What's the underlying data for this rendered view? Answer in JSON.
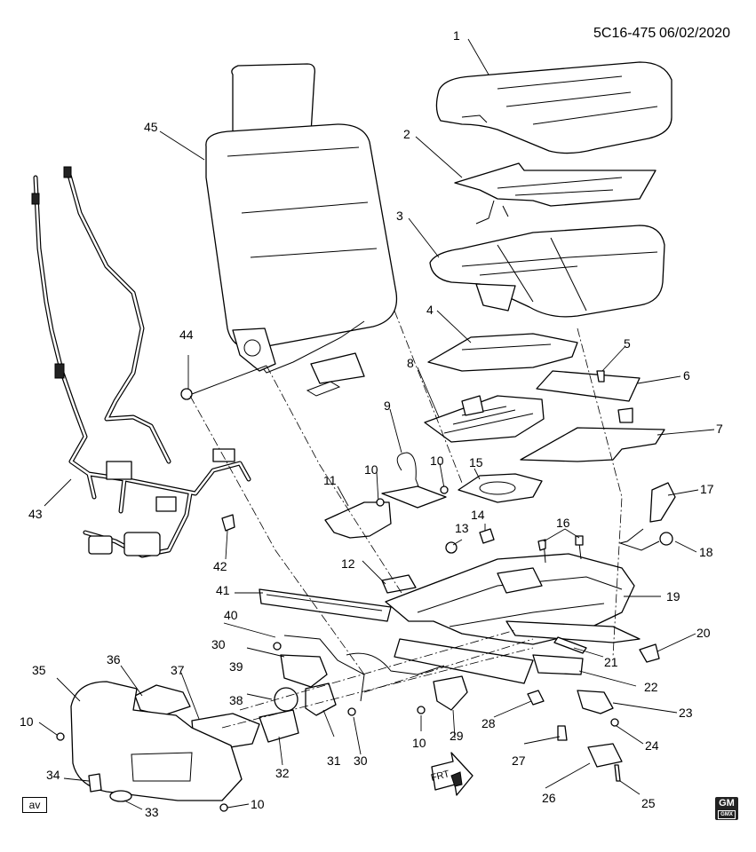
{
  "header": {
    "diagram_ref": "5C16-475",
    "date": "06/02/2020"
  },
  "corner_label": "av",
  "logo": {
    "text": "GM",
    "sub_text": "GMX"
  },
  "callouts": [
    {
      "id": "c1",
      "text": "1"
    },
    {
      "id": "c2",
      "text": "2"
    },
    {
      "id": "c3",
      "text": "3"
    },
    {
      "id": "c4",
      "text": "4"
    },
    {
      "id": "c5",
      "text": "5"
    },
    {
      "id": "c6",
      "text": "6"
    },
    {
      "id": "c7",
      "text": "7"
    },
    {
      "id": "c8",
      "text": "8"
    },
    {
      "id": "c9",
      "text": "9"
    },
    {
      "id": "c10a",
      "text": "10"
    },
    {
      "id": "c10b",
      "text": "10"
    },
    {
      "id": "c10c",
      "text": "10"
    },
    {
      "id": "c10d",
      "text": "10"
    },
    {
      "id": "c10e",
      "text": "10"
    },
    {
      "id": "c11",
      "text": "11"
    },
    {
      "id": "c12",
      "text": "12"
    },
    {
      "id": "c13",
      "text": "13"
    },
    {
      "id": "c14",
      "text": "14"
    },
    {
      "id": "c15",
      "text": "15"
    },
    {
      "id": "c16",
      "text": "16"
    },
    {
      "id": "c17",
      "text": "17"
    },
    {
      "id": "c18",
      "text": "18"
    },
    {
      "id": "c19",
      "text": "19"
    },
    {
      "id": "c20",
      "text": "20"
    },
    {
      "id": "c21",
      "text": "21"
    },
    {
      "id": "c22",
      "text": "22"
    },
    {
      "id": "c23",
      "text": "23"
    },
    {
      "id": "c24",
      "text": "24"
    },
    {
      "id": "c25",
      "text": "25"
    },
    {
      "id": "c26",
      "text": "26"
    },
    {
      "id": "c27",
      "text": "27"
    },
    {
      "id": "c28",
      "text": "28"
    },
    {
      "id": "c29",
      "text": "29"
    },
    {
      "id": "c30a",
      "text": "30"
    },
    {
      "id": "c30b",
      "text": "30"
    },
    {
      "id": "c31",
      "text": "31"
    },
    {
      "id": "c32",
      "text": "32"
    },
    {
      "id": "c33",
      "text": "33"
    },
    {
      "id": "c34",
      "text": "34"
    },
    {
      "id": "c35",
      "text": "35"
    },
    {
      "id": "c36",
      "text": "36"
    },
    {
      "id": "c37",
      "text": "37"
    },
    {
      "id": "c38",
      "text": "38"
    },
    {
      "id": "c39",
      "text": "39"
    },
    {
      "id": "c40",
      "text": "40"
    },
    {
      "id": "c41",
      "text": "41"
    },
    {
      "id": "c42",
      "text": "42"
    },
    {
      "id": "c43",
      "text": "43"
    },
    {
      "id": "c44",
      "text": "44"
    },
    {
      "id": "c45",
      "text": "45"
    }
  ],
  "direction_arrow": {
    "label": "FRT"
  }
}
